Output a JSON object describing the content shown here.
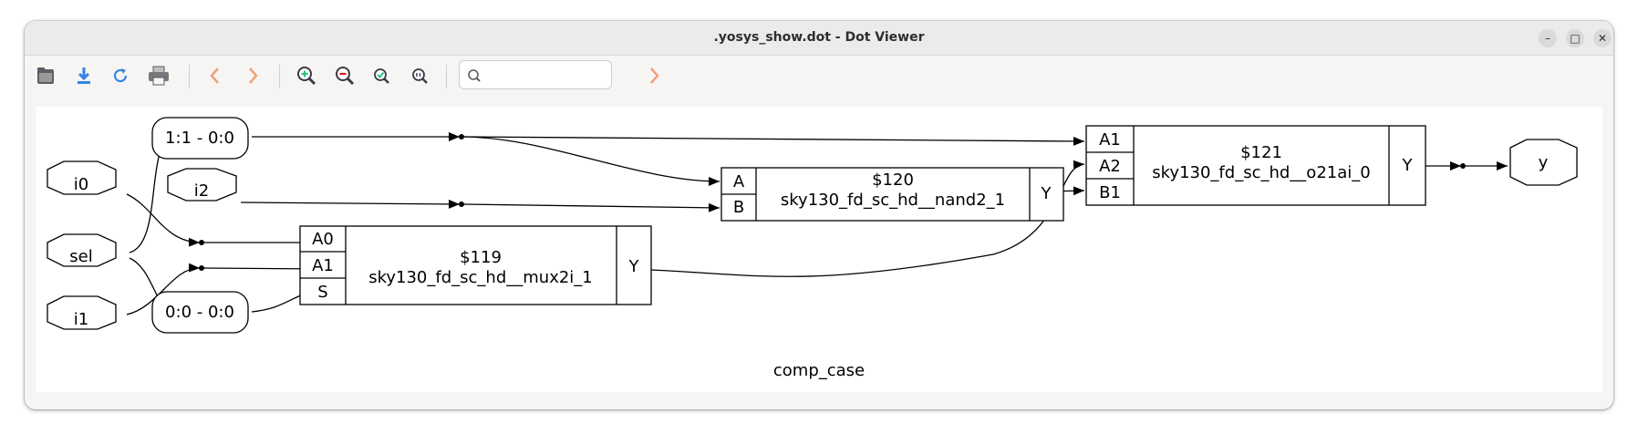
{
  "window": {
    "title": ".yosys_show.dot - Dot Viewer",
    "controls": {
      "minimize": "–",
      "maximize": "□",
      "close": "✕"
    }
  },
  "toolbar": {
    "buttons": [
      "open-icon",
      "save-icon",
      "reload-icon",
      "print-icon",
      "back-icon",
      "forward-icon",
      "zoom-in-icon",
      "zoom-out-icon",
      "zoom-fit-icon",
      "zoom-100-icon"
    ],
    "search_value": "",
    "find_next_icon": "chevron-right-icon"
  },
  "graph": {
    "label": "comp_case",
    "ports": {
      "i0": "i0",
      "i1": "i1",
      "i2": "i2",
      "sel": "sel",
      "y": "y"
    },
    "slices": {
      "s11": "1:1 - 0:0",
      "s00": "0:0 - 0:0"
    },
    "cells": {
      "c119": {
        "id": "$119",
        "type": "sky130_fd_sc_hd__mux2i_1",
        "inputs": [
          "A0",
          "A1",
          "S"
        ],
        "output": "Y"
      },
      "c120": {
        "id": "$120",
        "type": "sky130_fd_sc_hd__nand2_1",
        "inputs": [
          "A",
          "B"
        ],
        "output": "Y"
      },
      "c121": {
        "id": "$121",
        "type": "sky130_fd_sc_hd__o21ai_0",
        "inputs": [
          "A1",
          "A2",
          "B1"
        ],
        "output": "Y"
      }
    }
  }
}
